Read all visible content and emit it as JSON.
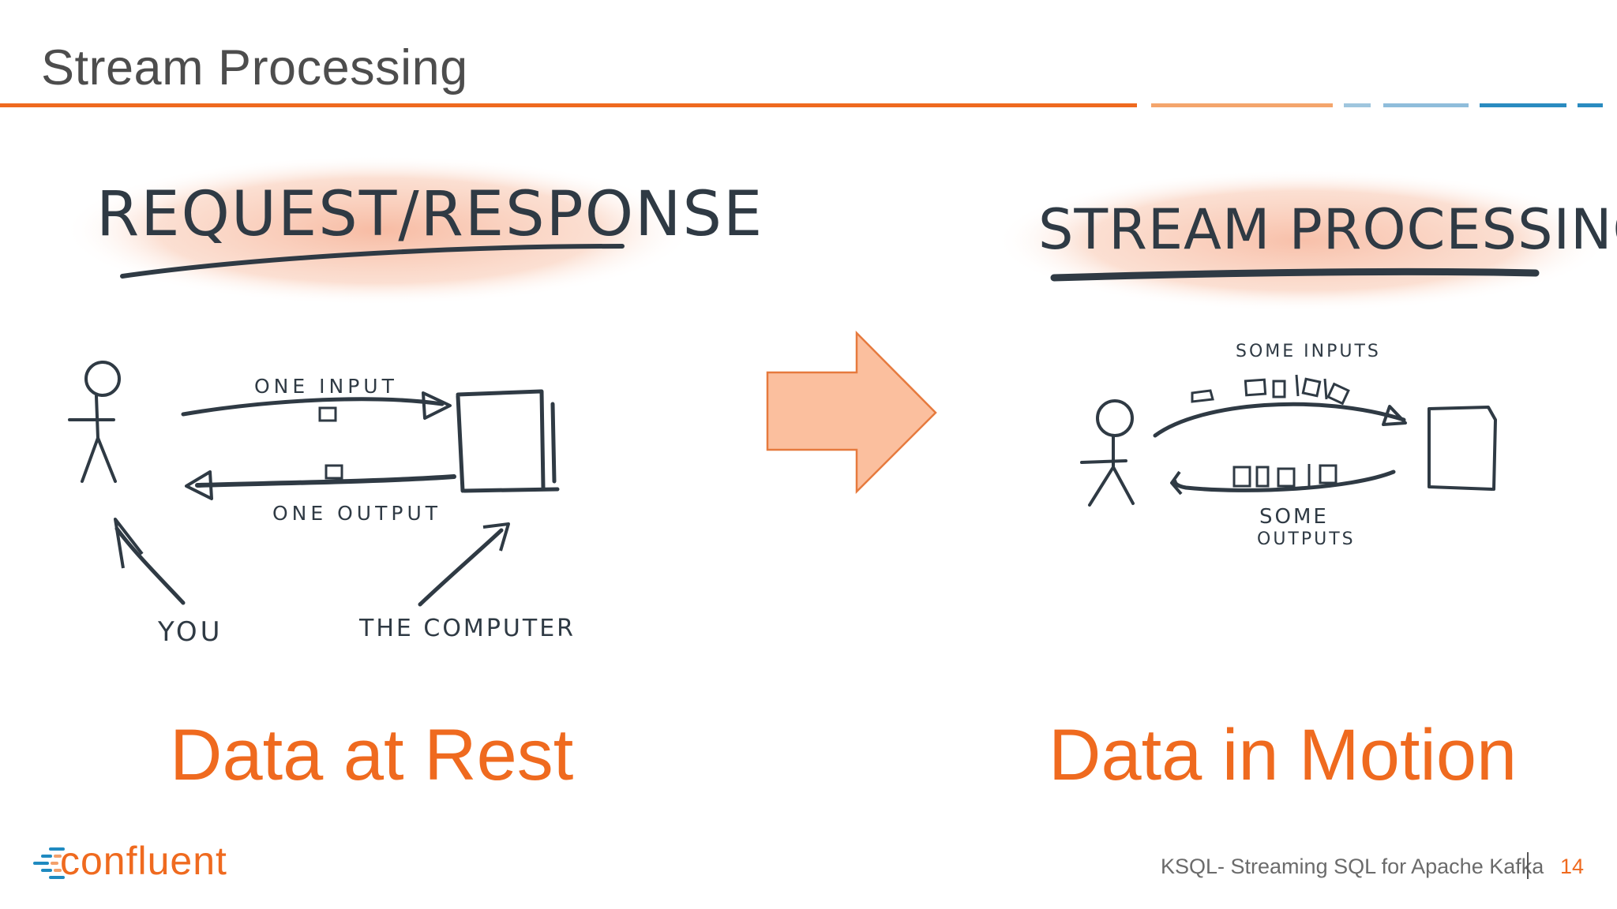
{
  "slide": {
    "title": "Stream Processing",
    "colors": {
      "accent": "#ef6a1f",
      "text": "#4d4d4d",
      "ink": "#2f3a44",
      "blue": "#2a8bc0"
    }
  },
  "left_sketch": {
    "heading": "REQUEST/RESPONSE",
    "input_label": "ONE INPUT",
    "output_label": "ONE OUTPUT",
    "you_label": "YOU",
    "computer_label": "THE COMPUTER",
    "caption": "Data at Rest"
  },
  "transition": {
    "icon": "right-arrow-icon"
  },
  "right_sketch": {
    "heading": "STREAM PROCESSING",
    "inputs_label": "SOME INPUTS",
    "outputs_label_1": "SOME",
    "outputs_label_2": "OUTPUTS",
    "caption": "Data in Motion"
  },
  "footer": {
    "logo_text": "confluent",
    "talk_title": "KSQL- Streaming SQL for Apache Kafka",
    "page_number": "14"
  }
}
